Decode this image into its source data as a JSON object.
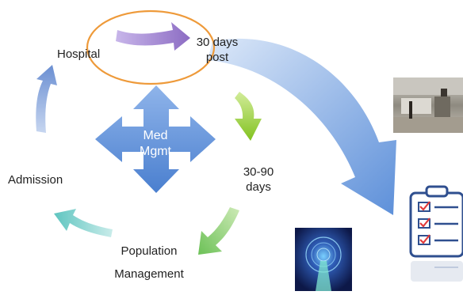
{
  "diagram": {
    "labels": {
      "hospital": "Hospital",
      "thirty_days_post_line1": "30 days",
      "thirty_days_post_line2": "post",
      "med_mgmt_line1": "Med",
      "med_mgmt_line2": "Mgmt",
      "admission": "Admission",
      "thirty_ninety_line1": "30-90",
      "thirty_ninety_line2": "days",
      "population_line1": "Population",
      "population_line2": "Management"
    },
    "colors": {
      "arrow_purple": "#a98fd0",
      "arrow_green_top": "#a6d13a",
      "arrow_green_bottom": "#8fcf73",
      "arrow_teal": "#7fd3cf",
      "arrow_blue_small": "#7fa0d8",
      "big_arrow_blue": "#6f9fe0",
      "highlight_ellipse": "#ee9a3a",
      "med_mgmt_shape": "#4f86d6"
    },
    "images": [
      {
        "name": "pharmacy-photo",
        "desc": "photo"
      },
      {
        "name": "fingerprint-tech-image",
        "desc": "image"
      },
      {
        "name": "checklist-clipboard-icon",
        "desc": "icon"
      }
    ]
  }
}
